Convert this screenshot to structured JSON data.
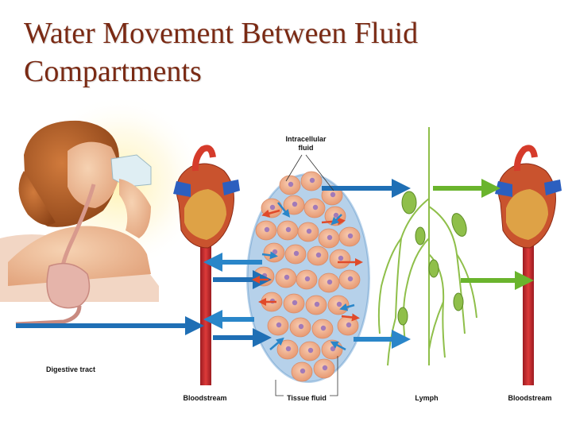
{
  "title_line1": "Water Movement Between Fluid",
  "title_line2": "Compartments",
  "labels": {
    "intracellular_line1": "Intracellular",
    "intracellular_line2": "fluid",
    "digestive_tract": "Digestive tract",
    "bloodstream_left": "Bloodstream",
    "tissue_fluid": "Tissue fluid",
    "lymph": "Lymph",
    "bloodstream_right": "Bloodstream"
  },
  "colors": {
    "title": "#7a2a14",
    "blood_vessel": "#c0272d",
    "arrow_blue": "#1f6fb5",
    "arrow_red": "#e04a2a",
    "arrow_green": "#6ab42d",
    "lymph_vessel": "#8fbf4a",
    "cell_fill": "#f2b48f",
    "nucleus": "#a27ab8",
    "tissue_fluid": "#a9c9e6"
  },
  "icons": [
    "person-drinking-icon",
    "heart-icon",
    "stomach-icon",
    "lymph-node-icon"
  ]
}
